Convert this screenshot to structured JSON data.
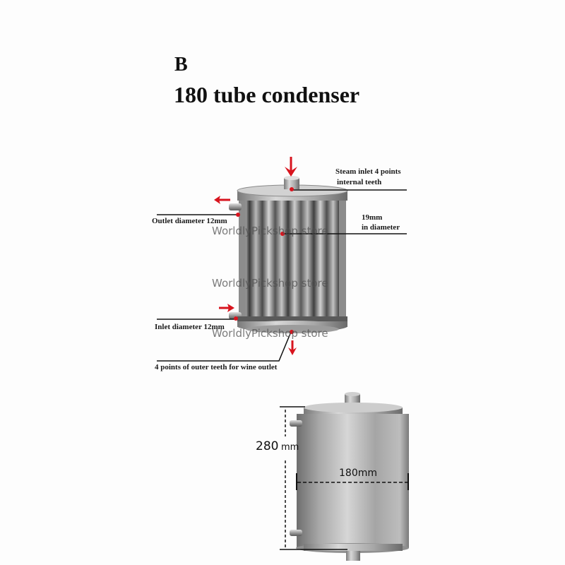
{
  "header": {
    "variant_letter": "B",
    "title": "180 tube condenser"
  },
  "annotations": {
    "steam_inlet_line1": "Steam inlet 4 points",
    "steam_inlet_line2": "internal teeth",
    "outlet_diameter": "Outlet diameter 12mm",
    "tube_diameter_line1": "19mm",
    "tube_diameter_line2": "in diameter",
    "inlet_diameter": "Inlet diameter 12mm",
    "wine_outlet": "4 points of outer teeth for wine outlet"
  },
  "dimensions": {
    "height_value": "280",
    "height_unit": "mm",
    "width_label": "180mm"
  },
  "watermarks": [
    "WorldlyPickshop store",
    "WorldlyPickshop store",
    "WorldlyPickshop store"
  ],
  "colors": {
    "accent_red": "#d8141e",
    "steel_light": "#c9c9c9",
    "steel_dark": "#6e6e6e",
    "text": "#111111"
  }
}
